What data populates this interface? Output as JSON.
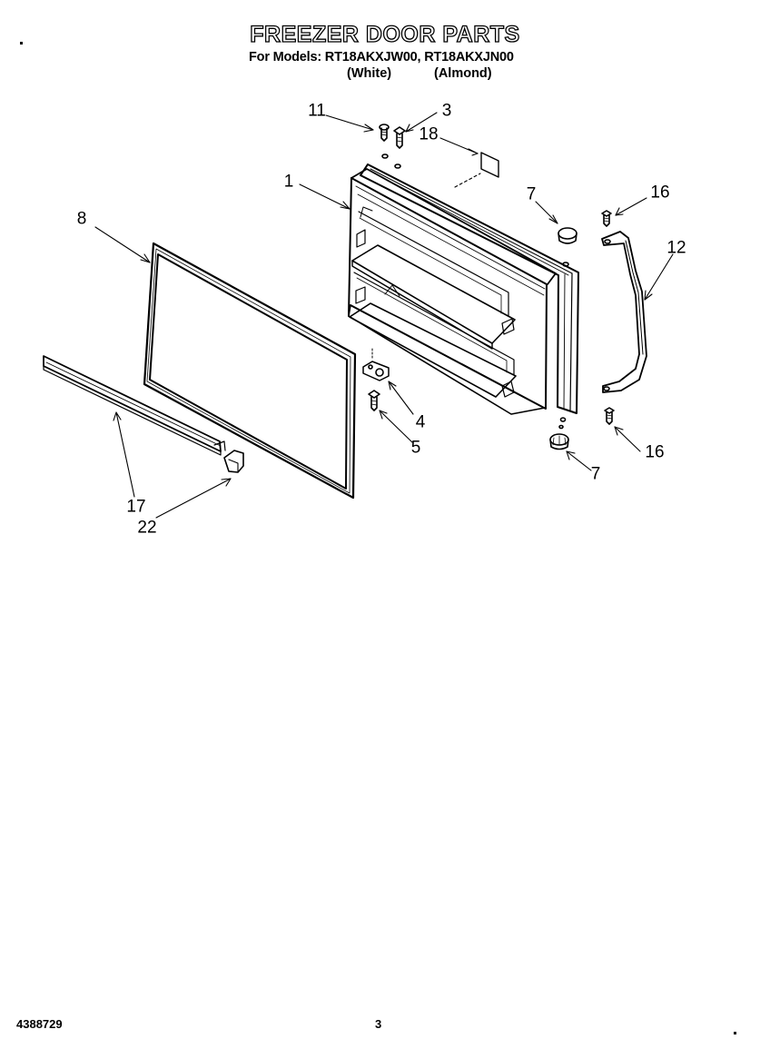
{
  "header": {
    "title": "FREEZER DOOR PARTS",
    "subtitle": "For Models: RT18AKXJW00, RT18AKXJN00",
    "variant_white": "(White)",
    "variant_almond": "(Almond)"
  },
  "callouts": {
    "c1": "1",
    "c3": "3",
    "c4": "4",
    "c5": "5",
    "c7a": "7",
    "c7b": "7",
    "c8": "8",
    "c11": "11",
    "c12": "12",
    "c16a": "16",
    "c16b": "16",
    "c17": "17",
    "c18": "18",
    "c22": "22"
  },
  "footer": {
    "doc_number": "4388729",
    "page_number": "3"
  }
}
